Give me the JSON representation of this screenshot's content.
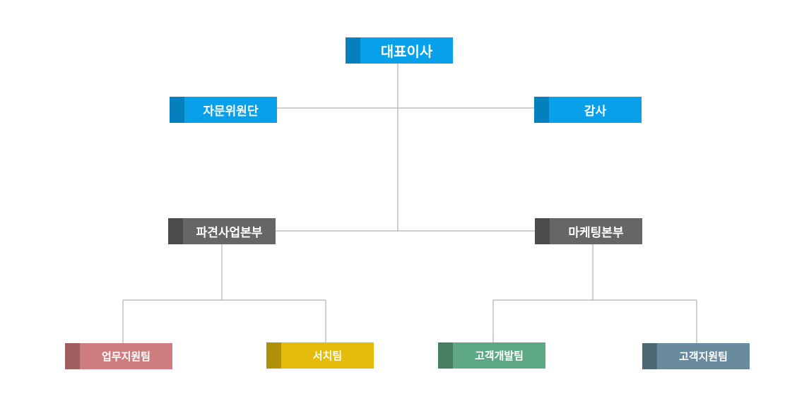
{
  "org_chart": {
    "ceo": {
      "label": "대표이사",
      "color": "#08a0e8",
      "accent": "#0580be"
    },
    "advisory": {
      "label": "자문위원단",
      "color": "#08a0e8",
      "accent": "#0580be"
    },
    "audit": {
      "label": "감사",
      "color": "#08a0e8",
      "accent": "#0580be"
    },
    "dispatch": {
      "label": "파견사업본부",
      "color": "#666666",
      "accent": "#4b4b4b",
      "teams": [
        {
          "label": "업무지원팀",
          "color": "#cd7d7d",
          "accent": "#a05f5f"
        },
        {
          "label": "서치팀",
          "color": "#e4bc0b",
          "accent": "#b08f0a"
        }
      ]
    },
    "marketing": {
      "label": "마케팅본부",
      "color": "#666666",
      "accent": "#4b4b4b",
      "teams": [
        {
          "label": "고객개발팀",
          "color": "#5ea886",
          "accent": "#467e62"
        },
        {
          "label": "고객지원팀",
          "color": "#698b9d",
          "accent": "#4f6876"
        }
      ]
    },
    "line_color": "#a0a0a0"
  }
}
